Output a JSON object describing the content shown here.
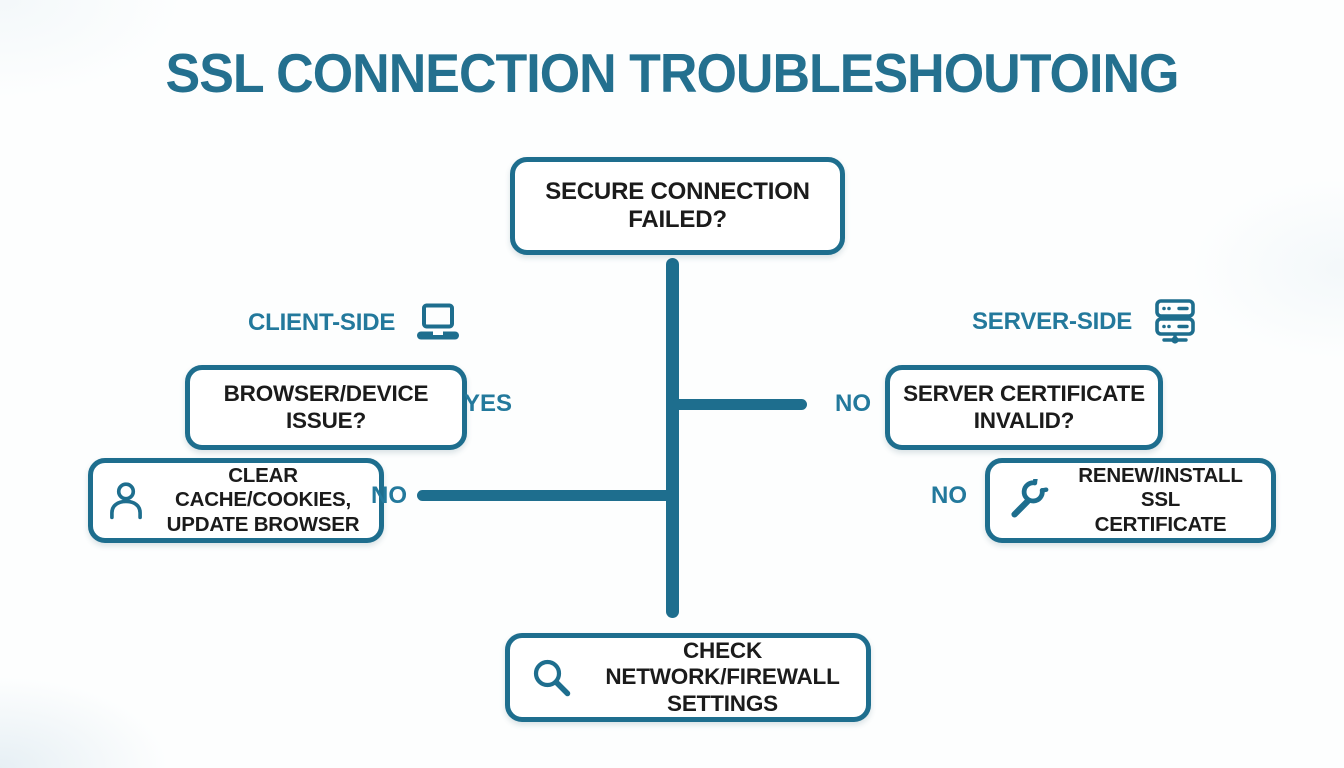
{
  "title": "SSL CONNECTION TROUBLESHOUTOING",
  "colors": {
    "teal_line_and_border": "#1e6e8e",
    "accent_label_text": "#23799c",
    "box_text": "#1b1b1b",
    "background": "#fdfefe"
  },
  "root": {
    "question_line1": "SECURE CONNECTION",
    "question_line2": "FAILED?"
  },
  "client": {
    "section_label": "CLIENT-SIDE",
    "section_icon": "laptop-icon",
    "question_line1": "BROWSER/DEVICE",
    "question_line2": "ISSUE?",
    "yes_label": "YES",
    "no_label": "NO",
    "action_icon": "person-icon",
    "action_line1": "CLEAR CACHE/COOKIES,",
    "action_line2": "UPDATE BROWSER"
  },
  "server": {
    "section_label": "SERVER-SIDE",
    "section_icon": "server-icon",
    "question_line1": "SERVER CERTIFICATE",
    "question_line2": "INVALID?",
    "no_label": "NO",
    "action_no_label": "NO",
    "action_icon": "wrench-icon",
    "action_line1": "RENEW/INSTALL SSL",
    "action_line2": "CERTIFICATE"
  },
  "fallback": {
    "action_icon": "search-icon",
    "action_line1": "CHECK NETWORK/FIREWALL",
    "action_line2": "SETTINGS"
  }
}
